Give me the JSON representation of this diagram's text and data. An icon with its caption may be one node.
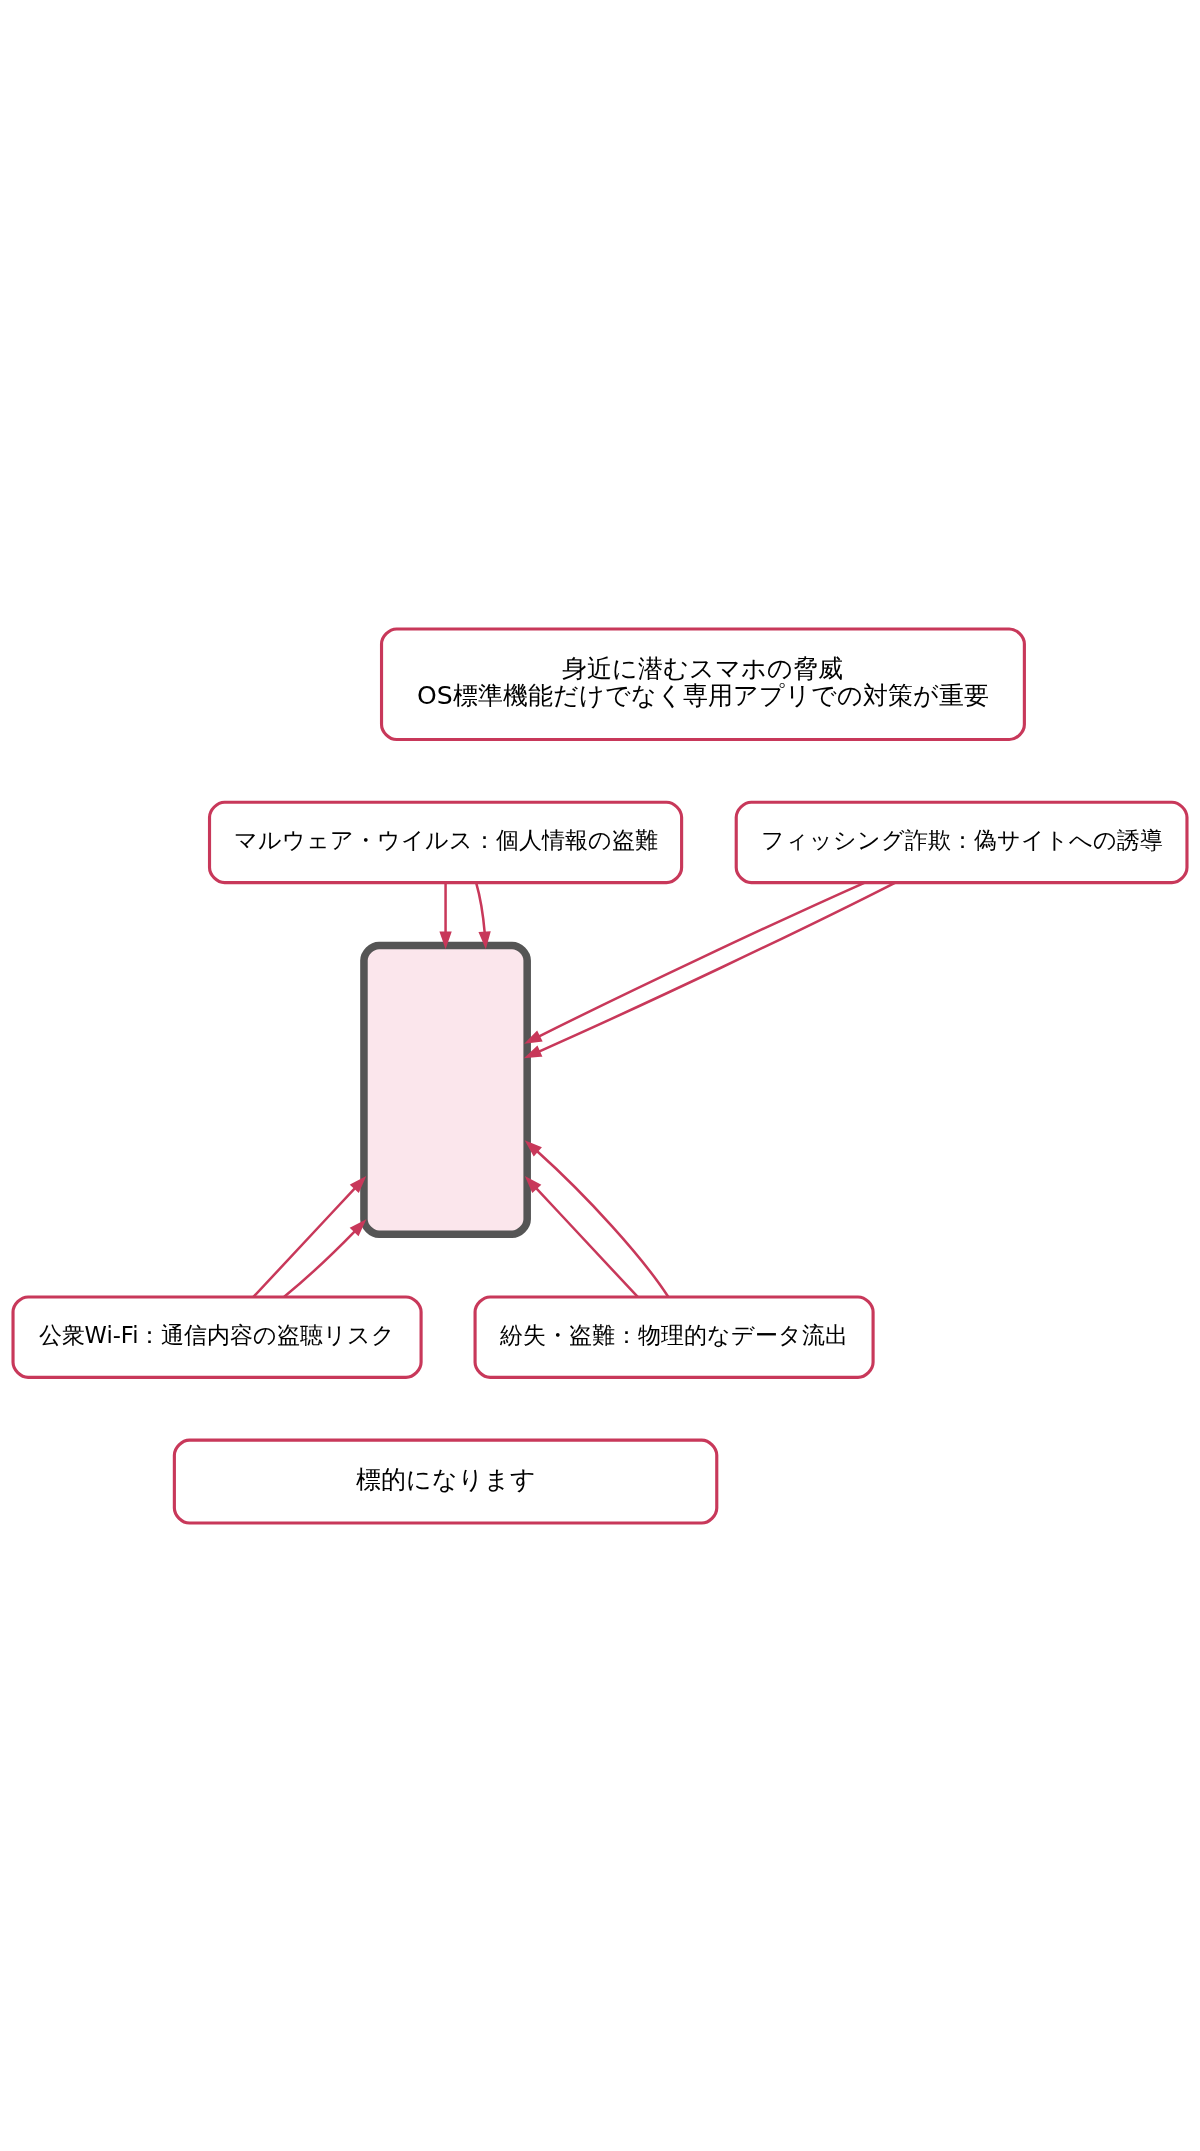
{
  "diagram": {
    "nodes": [
      {
        "text": [
          "身近に潜むスマホの脅威",
          "OS標準機能だけでなく専用アプリでの対策が重要"
        ]
      },
      {
        "text": [
          "マルウェア・ウイルス：個人情報の盗難"
        ]
      },
      {
        "text": [
          "フィッシング詐欺：偽サイトへの誘導"
        ]
      },
      {
        "text": [],
        "shape": "box"
      },
      {
        "text": [
          "公衆Wi-Fi：通信内容の盗聴リスク"
        ]
      },
      {
        "text": [
          "紛失・盗難：物理的なデータ流出"
        ]
      },
      {
        "text": [
          "標的になります"
        ]
      }
    ],
    "edges": [
      {
        "from": 1,
        "to": 3,
        "arrow": "to"
      },
      {
        "from": 2,
        "to": 3,
        "arrow": "to"
      },
      {
        "from": 1,
        "to": 3,
        "arrow": "to"
      },
      {
        "from": 2,
        "to": 3,
        "arrow": "to"
      },
      {
        "from": 4,
        "to": 3,
        "arrow": "to"
      },
      {
        "from": 5,
        "to": 3,
        "arrow": "to"
      },
      {
        "from": 4,
        "to": 3,
        "arrow": "to"
      },
      {
        "from": 5,
        "to": 3,
        "arrow": "to"
      }
    ]
  }
}
